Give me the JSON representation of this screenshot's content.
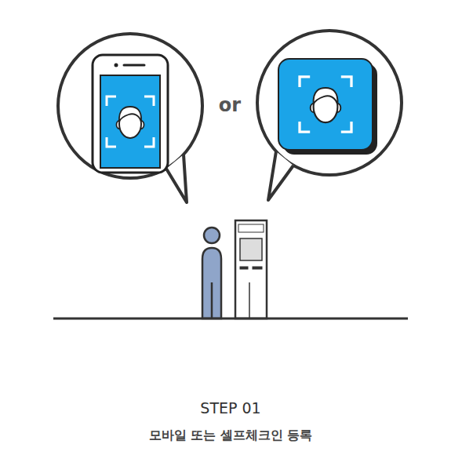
{
  "diagram": {
    "title": "STEP 01",
    "caption": "모바일 또는 셀프체크인 등록",
    "labels": [
      "or"
    ]
  }
}
